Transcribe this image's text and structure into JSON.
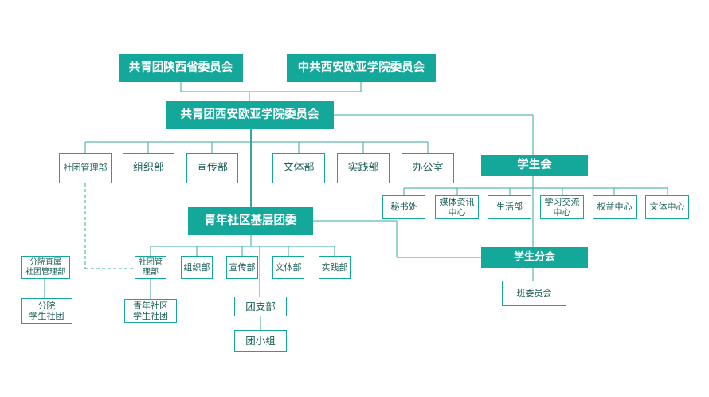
{
  "top_orgs": {
    "provincial": "共青团陕西省委员会",
    "party": "中共西安欧亚学院委员会"
  },
  "college_committee": "共青团西安欧亚学院委员会",
  "college_depts": [
    "社团管理部",
    "组织部",
    "宣传部",
    "文体部",
    "实践部",
    "办公室"
  ],
  "student_union": {
    "title": "学生会",
    "depts": [
      "秘书处",
      "媒体资讯\n中心",
      "生活部",
      "学习交流\n中心",
      "权益中心",
      "文体中心"
    ]
  },
  "community_committee": "青年社区基层团委",
  "community_depts": [
    "社团管\n理部",
    "组织部",
    "宣传部",
    "文体部",
    "实践部"
  ],
  "branch": {
    "title": "团支部",
    "group": "团小组"
  },
  "community_clubs": "青年社区\n学生社团",
  "school_clubs": {
    "dept": "分院直属\n社团管理部",
    "clubs": "分院\n学生社团"
  },
  "student_branch": {
    "title": "学生分会",
    "class_committee": "班委员会"
  },
  "colors": {
    "accent": "#13a89a",
    "line": "#3aa79c",
    "text": "#1a5e57"
  }
}
